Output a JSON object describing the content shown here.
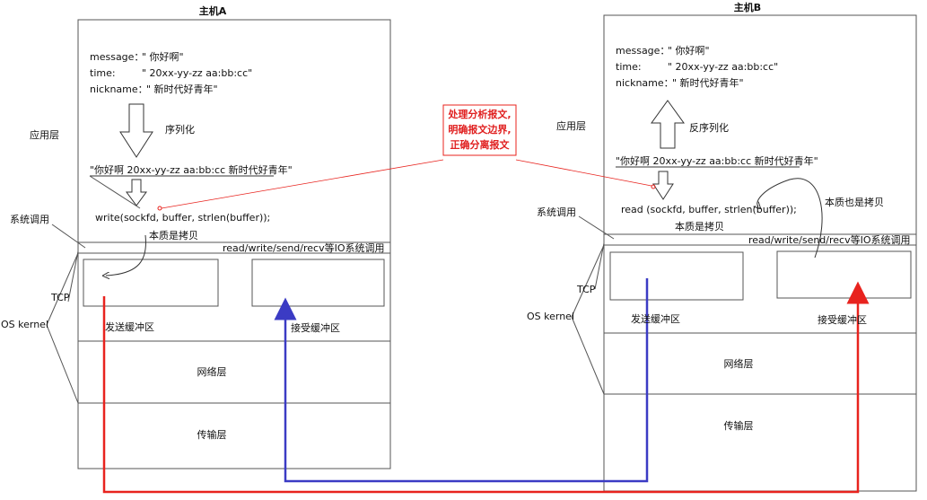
{
  "hostA": {
    "title": "主机A",
    "message_label": "message：",
    "message_value": "\" 你好啊\"",
    "time_label": "time:",
    "time_value": "\" 20xx-yy-zz aa:bb:cc\"",
    "nickname_label": "nickname：",
    "nickname_value": "\" 新时代好青年\"",
    "serialize_label": "序列化",
    "serialized_string": "\"你好啊 20xx-yy-zz aa:bb:cc 新时代好青年\"",
    "syscall_code": "write(sockfd, buffer, strlen(buffer));",
    "copy_note": "本质是拷贝",
    "io_bar": "read/write/send/recv等IO系统调用",
    "send_buffer": "发送缓冲区",
    "recv_buffer": "接受缓冲区",
    "network_layer": "网络层",
    "transport_layer": "传输层"
  },
  "hostB": {
    "title": "主机B",
    "message_label": "message：",
    "message_value": "\" 你好啊\"",
    "time_label": "time:",
    "time_value": "\" 20xx-yy-zz aa:bb:cc\"",
    "nickname_label": "nickname：",
    "nickname_value": "\" 新时代好青年\"",
    "deserialize_label": "反序列化",
    "serialized_string": "\"你好啊 20xx-yy-zz aa:bb:cc 新时代好青年\"",
    "syscall_code": "read (sockfd, buffer, strlen(buffer));",
    "copy_note": "本质是拷贝",
    "copy_note_also": "本质也是拷贝",
    "io_bar": "read/write/send/recv等IO系统调用",
    "send_buffer": "发送缓冲区",
    "recv_buffer": "接受缓冲区",
    "network_layer": "网络层",
    "transport_layer": "传输层"
  },
  "side_labels": {
    "app_layer_a": "应用层",
    "syscall_a": "系统调用",
    "tcp_a": "TCP",
    "kernel_a": "OS kernel",
    "app_layer_b": "应用层",
    "syscall_b": "系统调用",
    "tcp_b": "TCP",
    "kernel_b": "OS kernel"
  },
  "annotation": {
    "line1": "处理分析报文,",
    "line2": "明确报文边界,",
    "line3": "正确分离报文"
  },
  "colors": {
    "red_path": "#e8231e",
    "blue_path": "#3b3bc4",
    "annotation_border": "#e8231e",
    "annotation_text": "#e02020"
  }
}
